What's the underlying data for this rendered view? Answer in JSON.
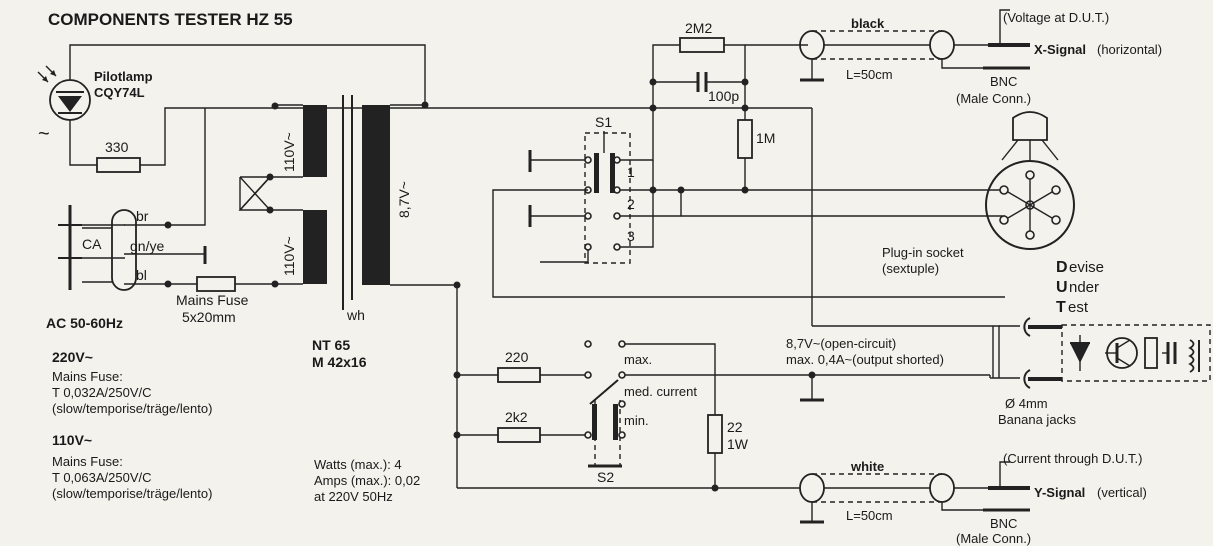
{
  "title": "COMPONENTS TESTER  HZ 55",
  "pilotlamp": {
    "label": "Pilotlamp",
    "part": "CQY74L",
    "symbol": "~"
  },
  "resistors": {
    "r330": "330",
    "r2m2": "2M2",
    "r1m": "1M",
    "r220": "220",
    "r2k2": "2k2",
    "r22_value": "22",
    "r22_power": "1W"
  },
  "capacitor_100p": "100p",
  "mains": {
    "ca": "CA",
    "wire_br": "br",
    "wire_gnye": "gn/ye",
    "wire_bl": "bl",
    "ac": "AC 50-60Hz",
    "fuse_label": "Mains Fuse",
    "fuse_size": "5x20mm"
  },
  "transformer": {
    "primary_upper": "110V~",
    "primary_lower": "110V~",
    "secondary": "8,7V~",
    "wh": "wh",
    "name": "NT 65",
    "core": "M 42x16"
  },
  "fuse_220": {
    "title": "220V~",
    "line1": "Mains Fuse:",
    "line2": "T 0,032A/250V/C",
    "line3": "(slow/temporise/träge/lento)"
  },
  "fuse_110": {
    "title": "110V~",
    "line1": "Mains Fuse:",
    "line2": "T 0,063A/250V/C",
    "line3": "(slow/temporise/träge/lento)"
  },
  "ratings": {
    "line1": "Watts (max.): 4",
    "line2": "Amps (max.): 0,02",
    "line3": "at 220V 50Hz"
  },
  "s1": {
    "label": "S1",
    "pos1": "1",
    "pos2": "2",
    "pos3": "3"
  },
  "s2": {
    "label": "S2",
    "max": "max.",
    "med": "med. current",
    "min": "min."
  },
  "output_spec": {
    "line1": "8,7V~(open-circuit)",
    "line2": "max. 0,4A~(output shorted)"
  },
  "x_channel": {
    "cable_color": "black",
    "length": "L=50cm",
    "note": "(Voltage at D.U.T.)",
    "signal": "X-Signal",
    "signal_desc": "(horizontal)",
    "bnc": "BNC",
    "conn": "(Male Conn.)"
  },
  "y_channel": {
    "cable_color": "white",
    "length": "L=50cm",
    "note": "(Current through D.U.T.)",
    "signal": "Y-Signal",
    "signal_desc": "(vertical)",
    "bnc": "BNC",
    "conn": "(Male Conn.)"
  },
  "socket": {
    "label1": "Plug-in socket",
    "label2": "(sextuple)"
  },
  "dut": {
    "letter1": "D",
    "rest1": "evise",
    "letter2": "U",
    "rest2": "nder",
    "letter3": "T",
    "rest3": "est"
  },
  "banana": {
    "size": "Ø 4mm",
    "label": "Banana jacks"
  },
  "colors": {
    "ink": "#222222",
    "paper": "#f4f2ec"
  }
}
